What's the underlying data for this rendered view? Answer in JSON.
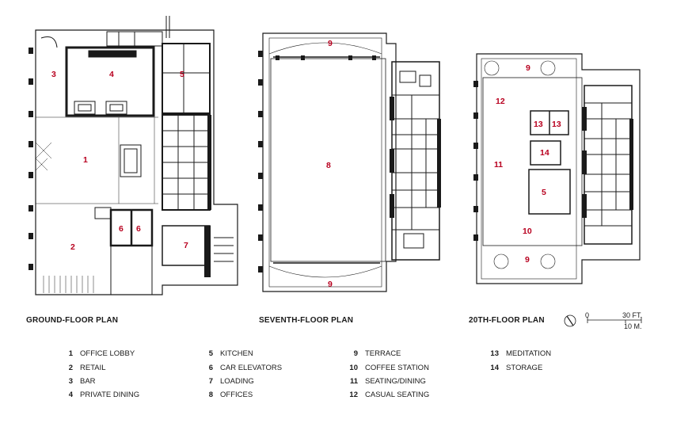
{
  "plans": [
    {
      "title": "GROUND-FLOOR PLAN"
    },
    {
      "title": "SEVENTH-FLOOR PLAN"
    },
    {
      "title": "20TH-FLOOR PLAN"
    }
  ],
  "room_labels": [
    "1",
    "2",
    "3",
    "4",
    "5",
    "6",
    "6",
    "7",
    "8",
    "9",
    "9",
    "9",
    "9",
    "10",
    "11",
    "12",
    "13",
    "13",
    "14",
    "5"
  ],
  "legend": [
    {
      "num": "1",
      "label": "OFFICE LOBBY"
    },
    {
      "num": "2",
      "label": "RETAIL"
    },
    {
      "num": "3",
      "label": "BAR"
    },
    {
      "num": "4",
      "label": "PRIVATE DINING"
    },
    {
      "num": "5",
      "label": "KITCHEN"
    },
    {
      "num": "6",
      "label": "CAR ELEVATORS"
    },
    {
      "num": "7",
      "label": "LOADING"
    },
    {
      "num": "8",
      "label": "OFFICES"
    },
    {
      "num": "9",
      "label": "TERRACE"
    },
    {
      "num": "10",
      "label": "COFFEE STATION"
    },
    {
      "num": "11",
      "label": "SEATING/DINING"
    },
    {
      "num": "12",
      "label": "CASUAL SEATING"
    },
    {
      "num": "13",
      "label": "MEDITATION"
    },
    {
      "num": "14",
      "label": "STORAGE"
    }
  ],
  "scale": {
    "zero": "0",
    "feet": "30 FT.",
    "meters": "10 M."
  },
  "colors": {
    "label_red": "#b8001f",
    "wall": "#1a1a1a"
  }
}
